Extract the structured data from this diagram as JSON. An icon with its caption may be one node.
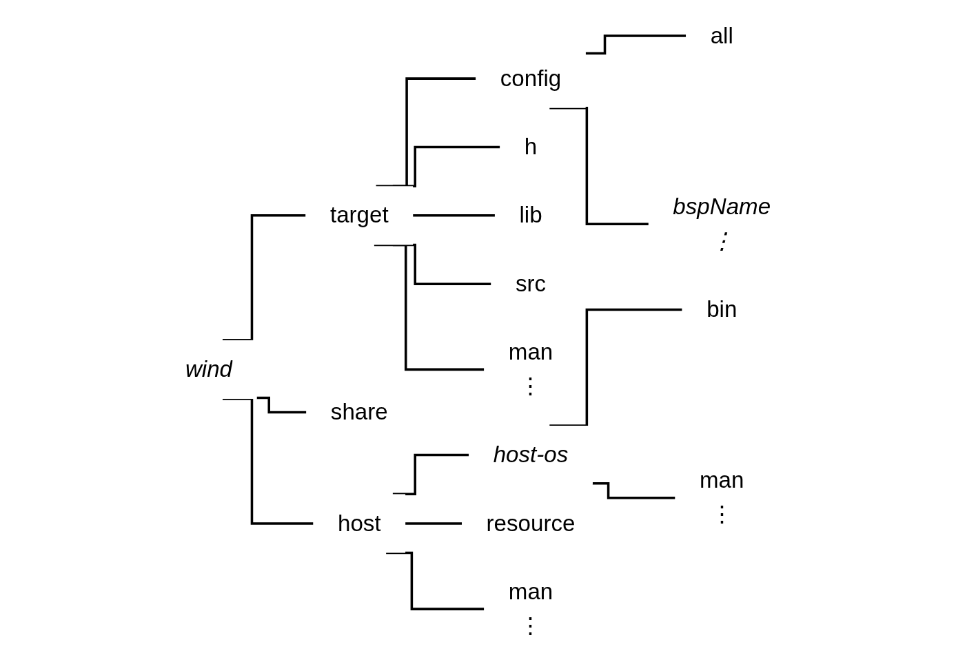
{
  "diagram": {
    "nodes": [
      {
        "text": [
          "wind"
        ]
      },
      {
        "text": [
          "target"
        ]
      },
      {
        "text": [
          "config"
        ]
      },
      {
        "text": [
          "all"
        ]
      },
      {
        "text": [
          "bspName",
          "⋮"
        ]
      },
      {
        "text": [
          "h"
        ]
      },
      {
        "text": [
          "lib"
        ]
      },
      {
        "text": [
          "src"
        ]
      },
      {
        "text": [
          "man",
          "⋮"
        ]
      },
      {
        "text": [
          "share"
        ]
      },
      {
        "text": [
          "host"
        ]
      },
      {
        "text": [
          "host-os"
        ]
      },
      {
        "text": [
          "bin"
        ]
      },
      {
        "text": [
          "man",
          "⋮"
        ]
      },
      {
        "text": [
          "resource"
        ]
      },
      {
        "text": [
          "man",
          "⋮"
        ]
      }
    ],
    "edges": [
      {
        "from": 0,
        "to": 1,
        "arrow": "none"
      },
      {
        "from": 0,
        "to": 9,
        "arrow": "none"
      },
      {
        "from": 0,
        "to": 10,
        "arrow": "none"
      },
      {
        "from": 1,
        "to": 2,
        "arrow": "none"
      },
      {
        "from": 1,
        "to": 5,
        "arrow": "none"
      },
      {
        "from": 1,
        "to": 6,
        "arrow": "none"
      },
      {
        "from": 1,
        "to": 7,
        "arrow": "none"
      },
      {
        "from": 1,
        "to": 8,
        "arrow": "none"
      },
      {
        "from": 2,
        "to": 3,
        "arrow": "none"
      },
      {
        "from": 2,
        "to": 4,
        "arrow": "none"
      },
      {
        "from": 10,
        "to": 11,
        "arrow": "none"
      },
      {
        "from": 10,
        "to": 14,
        "arrow": "none"
      },
      {
        "from": 10,
        "to": 15,
        "arrow": "none"
      },
      {
        "from": 11,
        "to": 12,
        "arrow": "none"
      },
      {
        "from": 11,
        "to": 13,
        "arrow": "none"
      }
    ]
  }
}
